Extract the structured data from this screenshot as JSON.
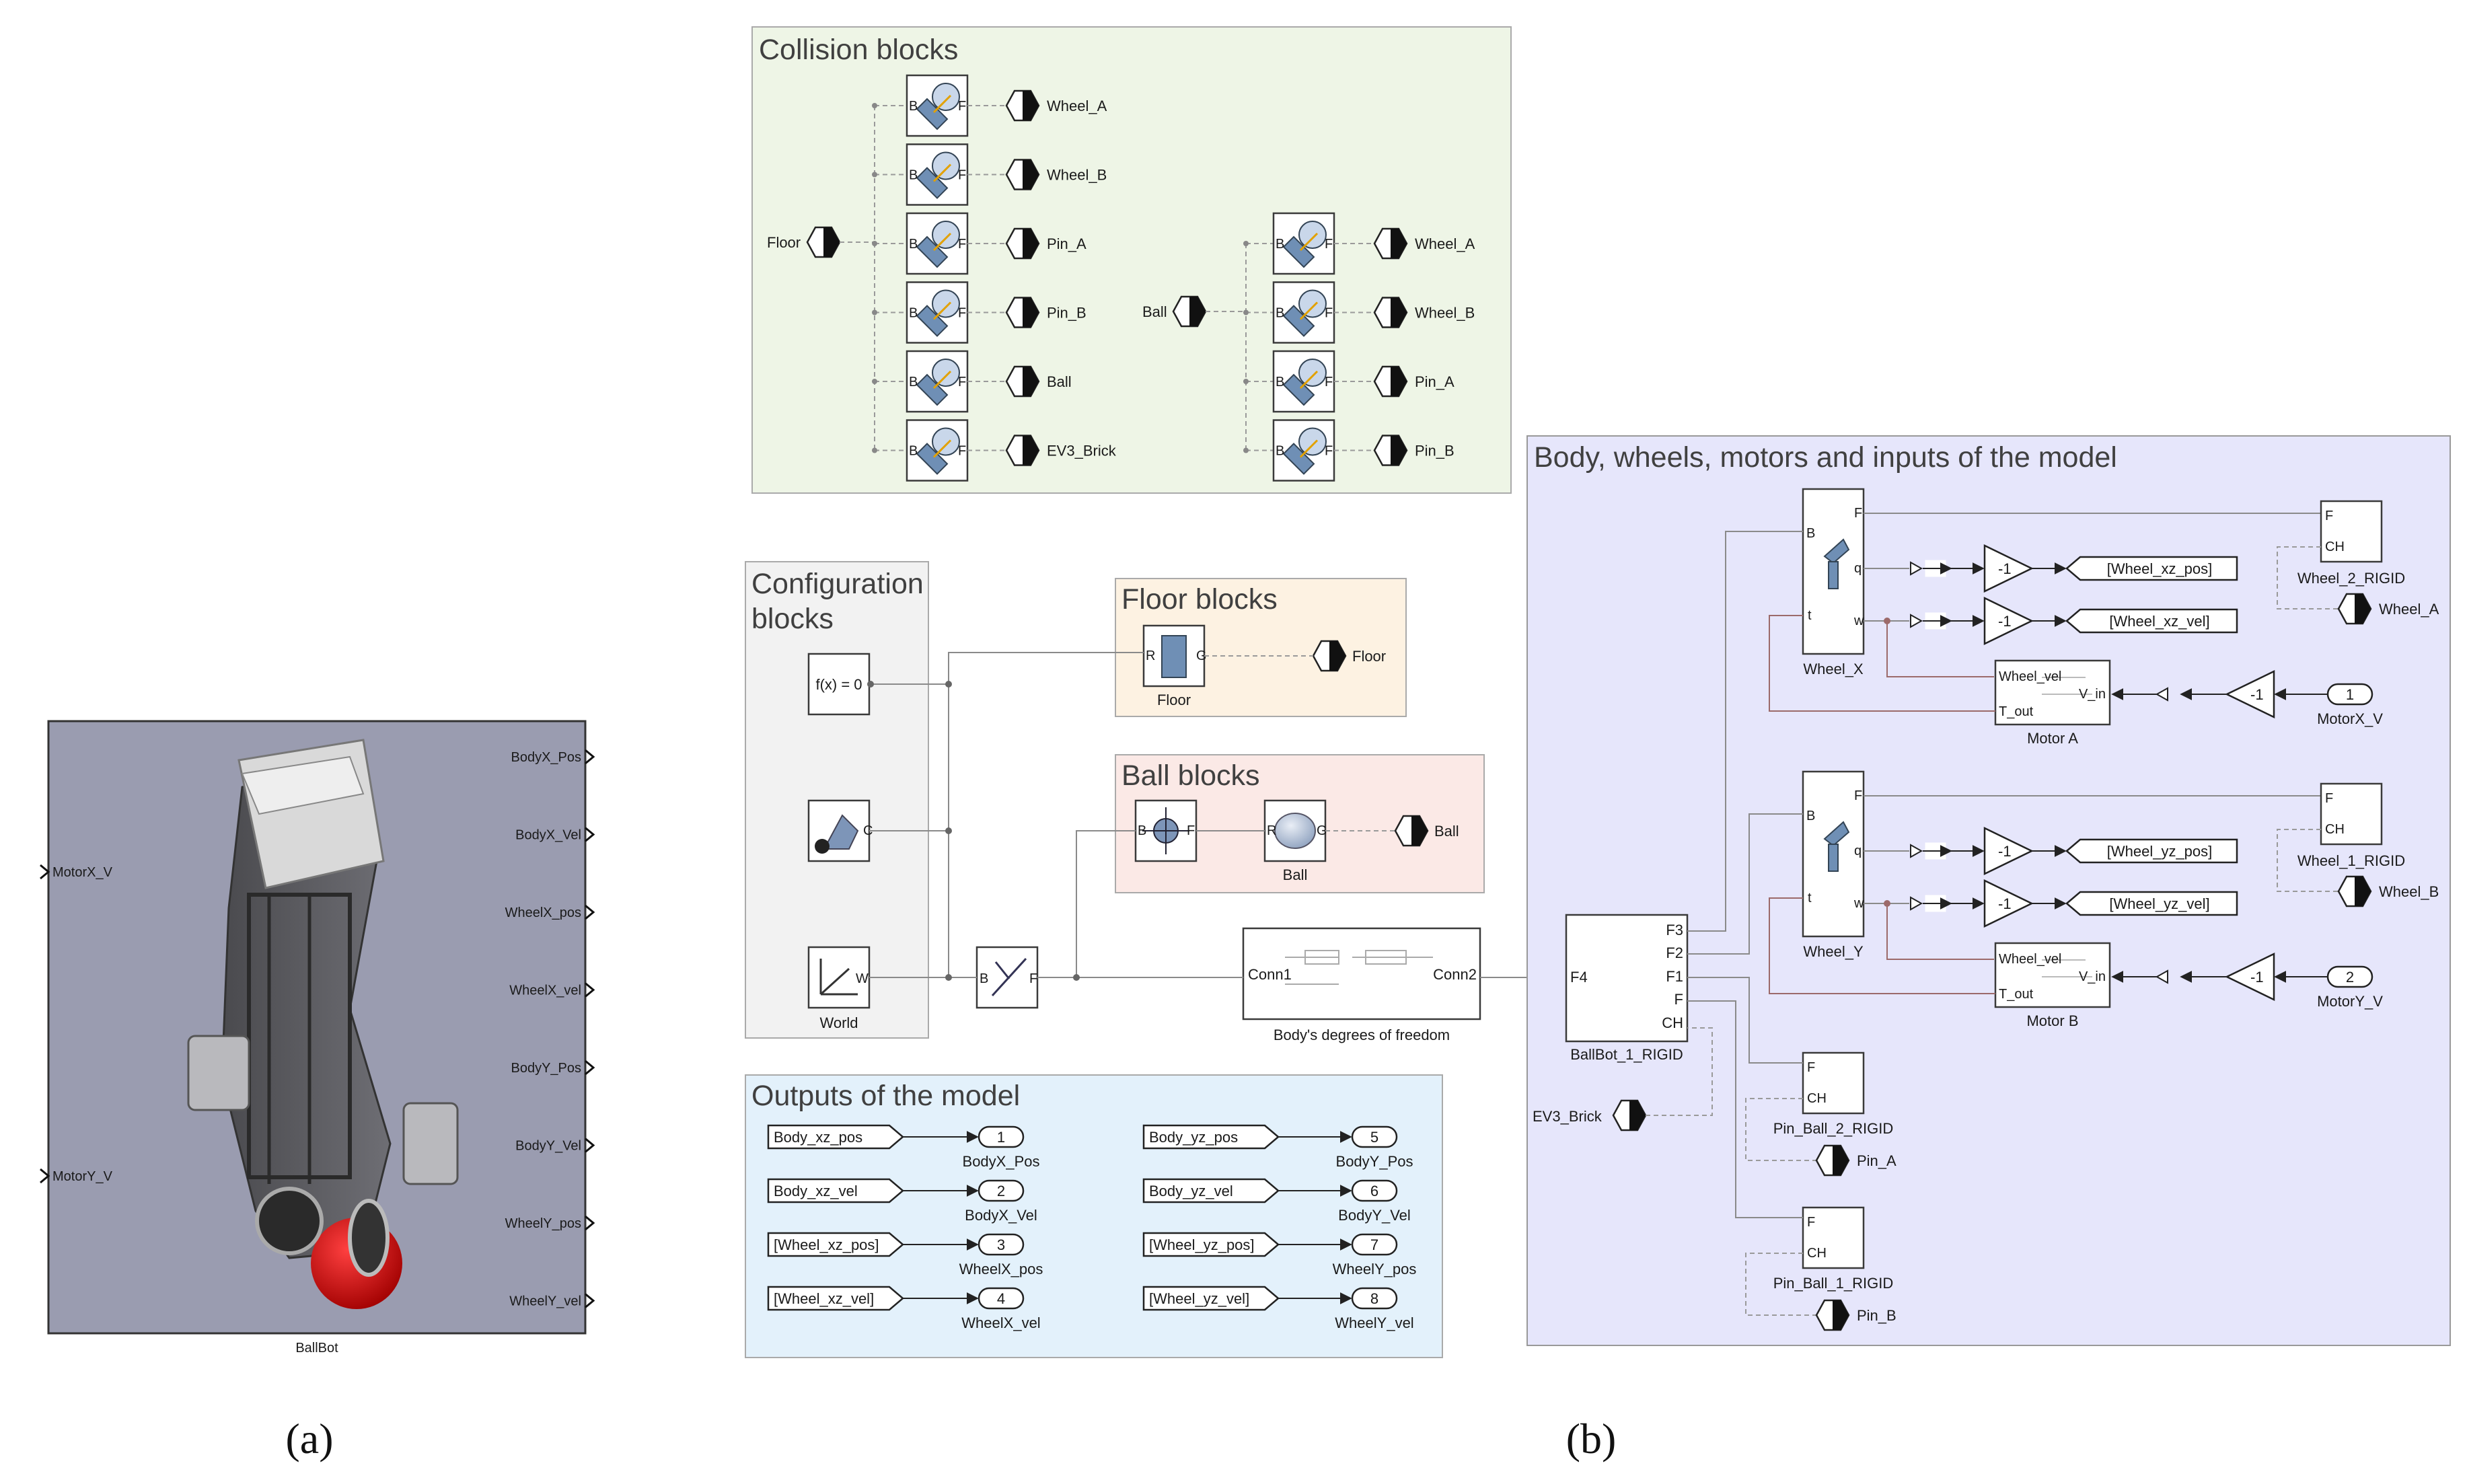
{
  "captions": {
    "a": "(a)",
    "b": "(b)"
  },
  "ballbot_block": {
    "name": "BallBot",
    "inputs": [
      "MotorX_V",
      "MotorY_V"
    ],
    "outputs": [
      "BodyX_Pos",
      "BodyX_Vel",
      "WheelX_pos",
      "WheelX_vel",
      "BodyY_Pos",
      "BodyY_Vel",
      "WheelY_pos",
      "WheelY_vel"
    ],
    "background_color": "#9a9cb0",
    "ball_color": "#c80f0f"
  },
  "areas": {
    "collision": {
      "title": "Collision blocks",
      "color": "#eef5e6"
    },
    "configuration": {
      "title_line1": "Configuration",
      "title_line2": "blocks",
      "color": "#f2f2f2"
    },
    "floor": {
      "title": "Floor blocks",
      "color": "#fdf2e2"
    },
    "ball": {
      "title": "Ball blocks",
      "color": "#fbe9e6"
    },
    "outputs": {
      "title": "Outputs of the model",
      "color": "#e3f1fb"
    },
    "body": {
      "title": "Body, wheels, motors and inputs of the model",
      "color": "#e6e6fb"
    }
  },
  "collision": {
    "floor_goto": "Floor",
    "floor_targets": [
      "Wheel_A",
      "Wheel_B",
      "Pin_A",
      "Pin_B",
      "Ball",
      "EV3_Brick"
    ],
    "ball_goto": "Ball",
    "ball_targets": [
      "Wheel_A",
      "Wheel_B",
      "Pin_A",
      "Pin_B"
    ],
    "port_b": "B",
    "port_f": "F"
  },
  "config": {
    "solver_label": "f(x) = 0",
    "world_label": "World",
    "world_port": "W",
    "mech_port": "C",
    "transform_ports": [
      "B",
      "F"
    ]
  },
  "floor": {
    "block_label": "Floor",
    "goto_label": "Floor",
    "ports": [
      "R",
      "G"
    ]
  },
  "ball": {
    "block_label": "Ball",
    "goto_label": "Ball",
    "ports": [
      "B",
      "F",
      "R",
      "G"
    ]
  },
  "dof": {
    "label": "Body's degrees of freedom",
    "conn1": "Conn1",
    "conn2": "Conn2"
  },
  "outputs": {
    "rows": [
      {
        "from": "Body_xz_pos",
        "num": "1",
        "name": "BodyX_Pos"
      },
      {
        "from": "Body_xz_vel",
        "num": "2",
        "name": "BodyX_Vel"
      },
      {
        "from": "[Wheel_xz_pos]",
        "num": "3",
        "name": "WheelX_pos"
      },
      {
        "from": "[Wheel_xz_vel]",
        "num": "4",
        "name": "WheelX_vel"
      },
      {
        "from": "Body_yz_pos",
        "num": "5",
        "name": "BodyY_Pos"
      },
      {
        "from": "Body_yz_vel",
        "num": "6",
        "name": "BodyY_Vel"
      },
      {
        "from": "[Wheel_yz_pos]",
        "num": "7",
        "name": "WheelY_pos"
      },
      {
        "from": "[Wheel_yz_vel]",
        "num": "8",
        "name": "WheelY_vel"
      }
    ]
  },
  "body": {
    "rigid_main": {
      "label": "BallBot_1_RIGID",
      "ports": [
        "F4",
        "F3",
        "F2",
        "F1",
        "F",
        "CH"
      ]
    },
    "ev3_goto": "EV3_Brick",
    "wheel_x": {
      "label": "Wheel_X",
      "ports": [
        "B",
        "t",
        "F",
        "q",
        "w"
      ],
      "gain1": "-1",
      "gain2": "-1",
      "goto_pos": "[Wheel_xz_pos]",
      "goto_vel": "[Wheel_xz_vel]",
      "rigid": "Wheel_2_RIGID",
      "rigid_ports": [
        "F",
        "CH"
      ],
      "rigid_goto": "Wheel_A",
      "motor": "Motor A",
      "motor_ports": [
        "Wheel_vel",
        "T_out",
        "V_in"
      ],
      "input_gain": "-1",
      "inport_num": "1",
      "inport_name": "MotorX_V"
    },
    "wheel_y": {
      "label": "Wheel_Y",
      "ports": [
        "B",
        "t",
        "F",
        "q",
        "w"
      ],
      "gain1": "-1",
      "gain2": "-1",
      "goto_pos": "[Wheel_yz_pos]",
      "goto_vel": "[Wheel_yz_vel]",
      "rigid": "Wheel_1_RIGID",
      "rigid_ports": [
        "F",
        "CH"
      ],
      "rigid_goto": "Wheel_B",
      "motor": "Motor B",
      "motor_ports": [
        "Wheel_vel",
        "T_out",
        "V_in"
      ],
      "input_gain": "-1",
      "inport_num": "2",
      "inport_name": "MotorY_V"
    },
    "pin_2": {
      "label": "Pin_Ball_2_RIGID",
      "ports": [
        "F",
        "CH"
      ],
      "goto": "Pin_A"
    },
    "pin_1": {
      "label": "Pin_Ball_1_RIGID",
      "ports": [
        "F",
        "CH"
      ],
      "goto": "Pin_B"
    }
  }
}
